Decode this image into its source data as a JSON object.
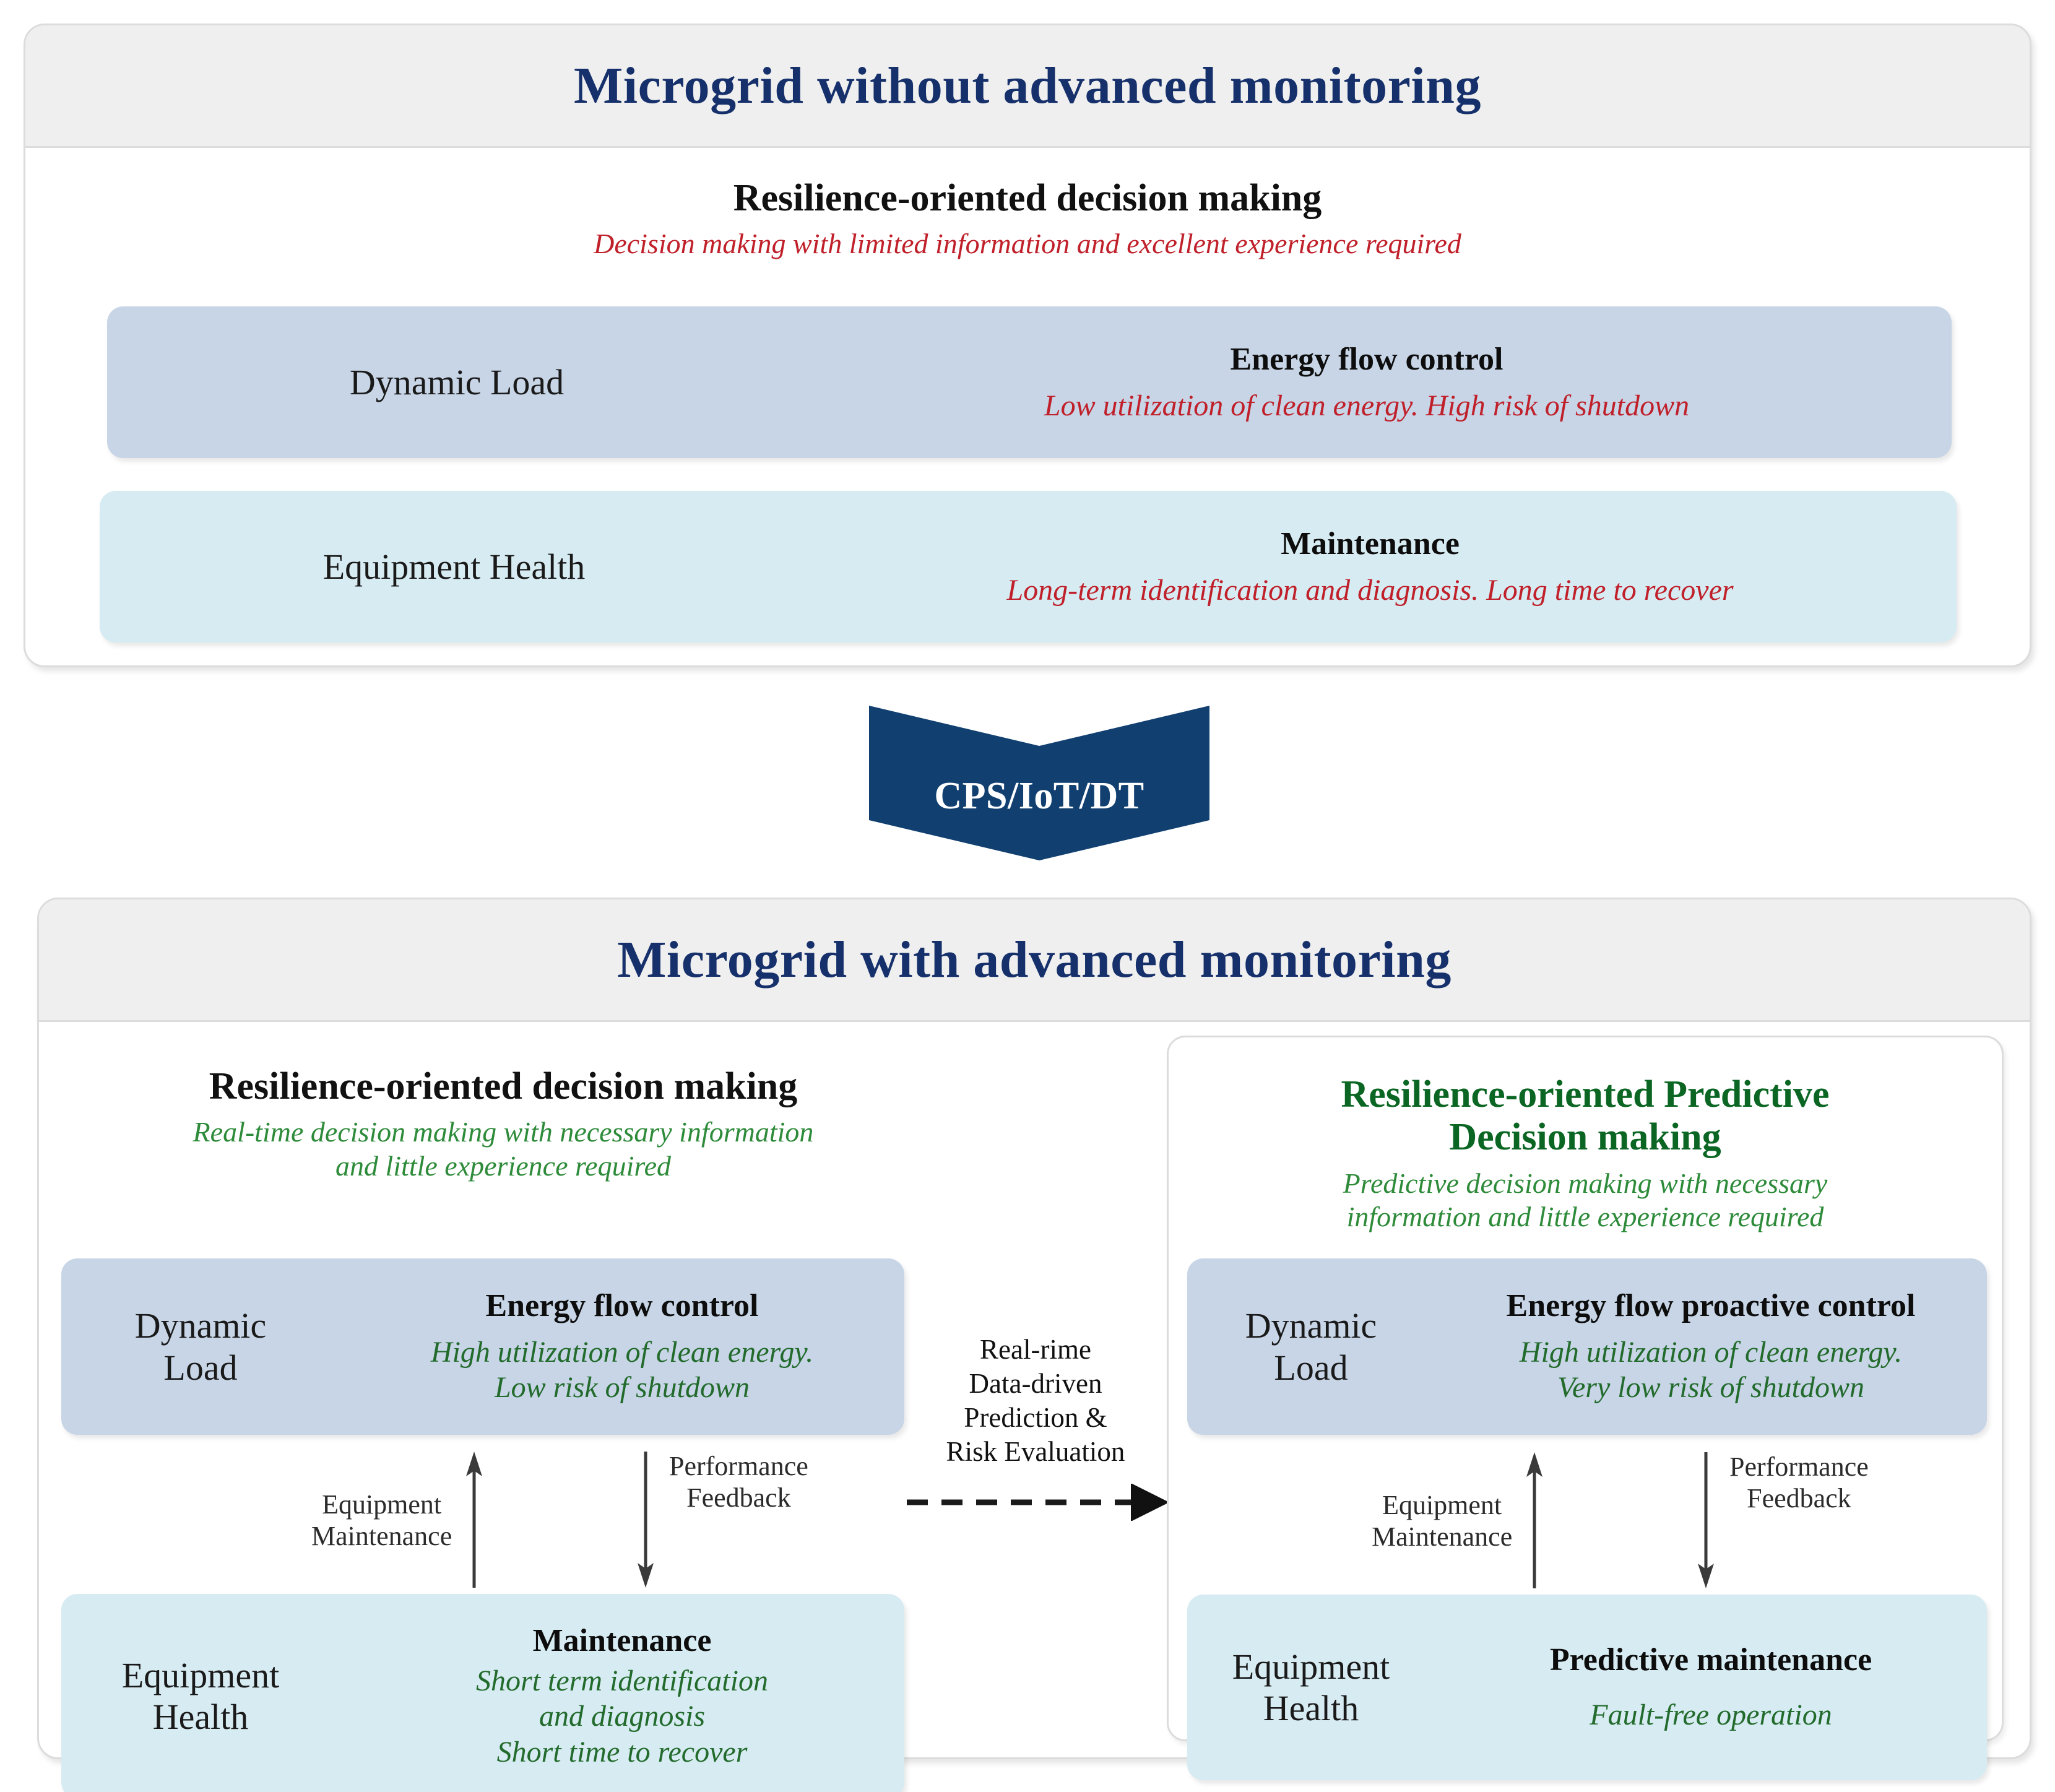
{
  "top_panel": {
    "title": "Microgrid without advanced monitoring",
    "heading": "Resilience-oriented decision making",
    "subheading": "Decision making with limited information and excellent experience required",
    "rows": [
      {
        "left": "Dynamic Load",
        "title": "Energy flow control",
        "note": "Low utilization of clean energy. High risk of shutdown"
      },
      {
        "left": "Equipment Health",
        "title": "Maintenance",
        "note": "Long-term identification  and diagnosis. Long time to recover"
      }
    ]
  },
  "connector": {
    "label": "CPS/IoT/DT"
  },
  "bottom_panel": {
    "title": "Microgrid with advanced monitoring",
    "left_group": {
      "heading": "Resilience-oriented decision making",
      "subheading_line1": "Real-time decision making with necessary information",
      "subheading_line2": "and little experience required",
      "dynamic_load": {
        "left_line1": "Dynamic",
        "left_line2": "Load",
        "title": "Energy flow control",
        "note_line1": "High utilization of clean energy.",
        "note_line2": "Low risk of shutdown"
      },
      "equipment_health": {
        "left_line1": "Equipment",
        "left_line2": "Health",
        "title": "Maintenance",
        "note_line1": "Short term identification",
        "note_line2": "and diagnosis",
        "note_line3": "Short time to recover"
      },
      "up_arrow_label_line1": "Equipment",
      "up_arrow_label_line2": "Maintenance",
      "down_arrow_label_line1": "Performance",
      "down_arrow_label_line2": "Feedback"
    },
    "middle_link": {
      "line1": "Real-rime",
      "line2": "Data-driven",
      "line3": "Prediction &",
      "line4": "Risk Evaluation"
    },
    "right_group": {
      "heading_line1": "Resilience-oriented Predictive",
      "heading_line2": "Decision making",
      "subheading_line1": "Predictive decision making with necessary",
      "subheading_line2": "information and little experience required",
      "dynamic_load": {
        "left_line1": "Dynamic",
        "left_line2": "Load",
        "title": "Energy flow proactive control",
        "note_line1": "High utilization of clean energy.",
        "note_line2": "Very low risk of shutdown"
      },
      "equipment_health": {
        "left_line1": "Equipment",
        "left_line2": "Health",
        "title": "Predictive maintenance",
        "note_line1": "Fault-free operation"
      },
      "up_arrow_label_line1": "Equipment",
      "up_arrow_label_line2": "Maintenance",
      "down_arrow_label_line1": "Performance",
      "down_arrow_label_line2": "Feedback"
    }
  },
  "colors": {
    "title_navy": "#16306b",
    "banner_navy": "#114070",
    "warning_red": "#c0202a",
    "success_green": "#2e8b3a",
    "heading_green": "#0b6623",
    "pill_blue": "#c7d5e6",
    "pill_cyan": "#d7ebf2",
    "panel_header_gray": "#efefef",
    "panel_border_gray": "#dcdcdc"
  }
}
